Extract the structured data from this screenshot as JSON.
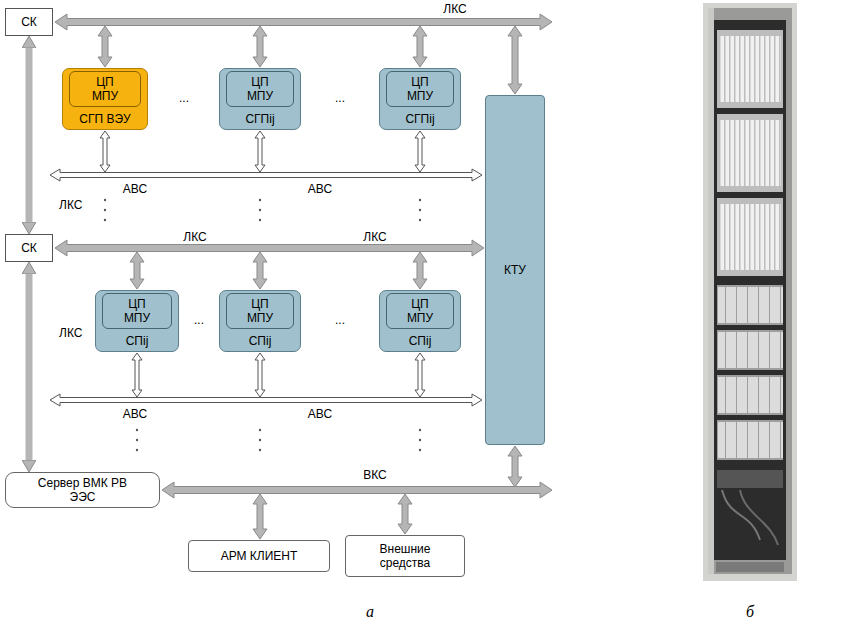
{
  "diagram": {
    "nodes": [
      {
        "text": [
          "СК"
        ]
      },
      {
        "text": [
          "СГП ВЭУ"
        ]
      },
      {
        "text": [
          "ЦП МПУ"
        ],
        "in": 1
      },
      {
        "text": [
          "СГПij"
        ]
      },
      {
        "text": [
          "ЦП МПУ"
        ],
        "in": 3
      },
      {
        "text": [
          "СГПij"
        ]
      },
      {
        "text": [
          "ЦП МПУ"
        ],
        "in": 5
      },
      {
        "text": [
          "КТУ"
        ]
      },
      {
        "text": [
          "СК"
        ]
      },
      {
        "text": [
          "СПij"
        ]
      },
      {
        "text": [
          "ЦП МПУ"
        ],
        "in": 9
      },
      {
        "text": [
          "СПij"
        ]
      },
      {
        "text": [
          "ЦП МПУ"
        ],
        "in": 11
      },
      {
        "text": [
          "СПij"
        ]
      },
      {
        "text": [
          "ЦП МПУ"
        ],
        "in": 13
      },
      {
        "text": [
          "Сервер ВМК РВ ЭЭС"
        ]
      },
      {
        "text": [
          "АРМ КЛИЕНТ"
        ]
      },
      {
        "text": [
          "Внешние средства"
        ]
      }
    ],
    "edges": [
      {
        "from": 0,
        "to": 8,
        "label": "ЛКС",
        "arrow": "both"
      },
      {
        "from": 8,
        "to": 15,
        "label": "ЛКС",
        "arrow": "both"
      }
    ],
    "labels": [
      "ЛКС",
      "...",
      "...",
      "АВС",
      "АВС",
      "ЛКС",
      "ЛКС",
      "...",
      "...",
      "АВС",
      "АВС",
      "ВКС",
      "а",
      "б"
    ]
  }
}
